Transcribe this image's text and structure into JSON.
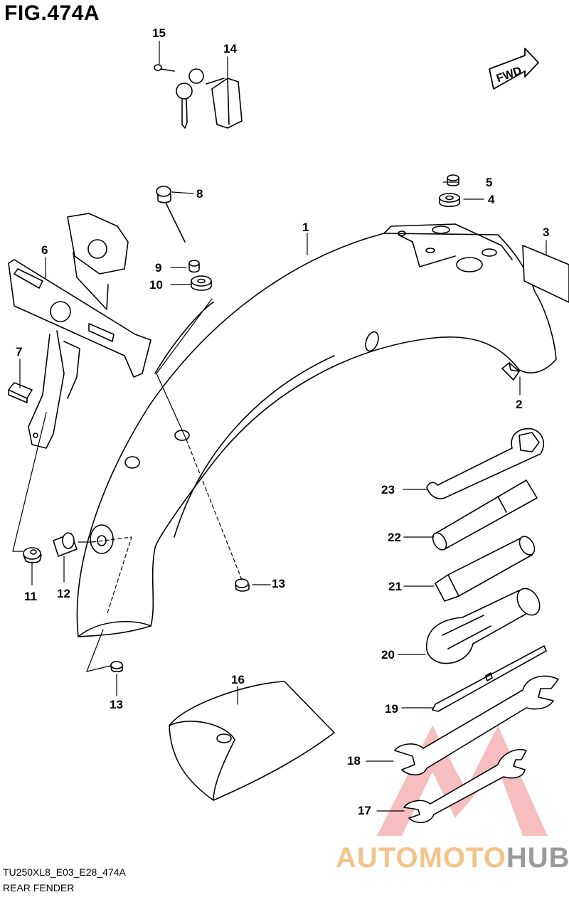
{
  "figure": {
    "title": "FIG.474A",
    "model_code": "TU250XL8_E03_E28_474A",
    "section_name": "REAR FENDER",
    "fwd_label": "FWD"
  },
  "parts": {
    "p1": "1",
    "p2": "2",
    "p3": "3",
    "p4": "4",
    "p5": "5",
    "p6": "6",
    "p7": "7",
    "p8": "8",
    "p9": "9",
    "p10": "10",
    "p11": "11",
    "p12": "12",
    "p13a": "13",
    "p13b": "13",
    "p14": "14",
    "p15": "15",
    "p16": "16",
    "p17": "17",
    "p18": "18",
    "p19": "19",
    "p20": "20",
    "p21": "21",
    "p22": "22",
    "p23": "23"
  },
  "watermark": {
    "text_left": "AUTOMOTO",
    "text_right": "HUB",
    "color_primary": "#e94b4b",
    "color_secondary": "#9a9a9a"
  }
}
